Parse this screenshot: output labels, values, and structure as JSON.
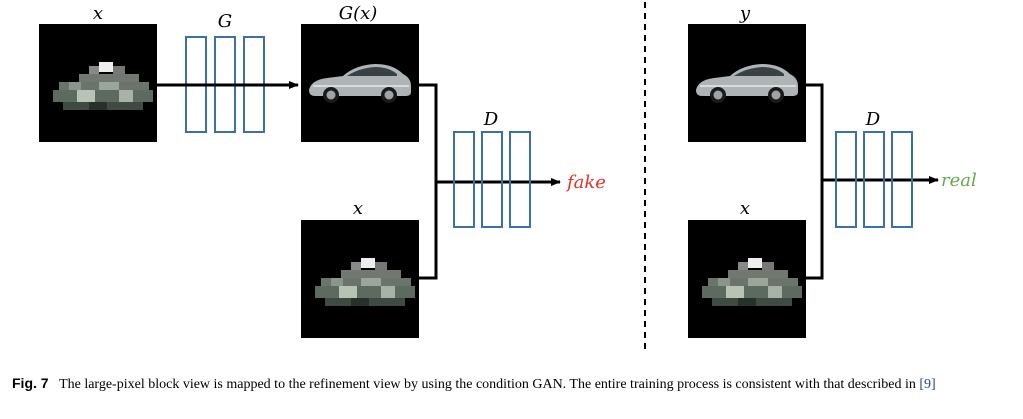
{
  "figure": {
    "left_panel": {
      "input_label": "x",
      "generator_label": "G",
      "output_label": "G(x)",
      "condition_label": "x",
      "discriminator_label": "D",
      "result_label": "fake"
    },
    "right_panel": {
      "real_label": "y",
      "condition_label": "x",
      "discriminator_label": "D",
      "result_label": "real"
    },
    "colors": {
      "block_stroke": "#3d6fa8",
      "fake": "#e8302a",
      "real": "#6aa84f",
      "image_bg": "#000000"
    }
  },
  "caption": {
    "label": "Fig. 7",
    "text": "The large-pixel block view is mapped to the refinement view by using the condition GAN. The entire training process is consistent with that described in ",
    "ref": "[9]"
  }
}
